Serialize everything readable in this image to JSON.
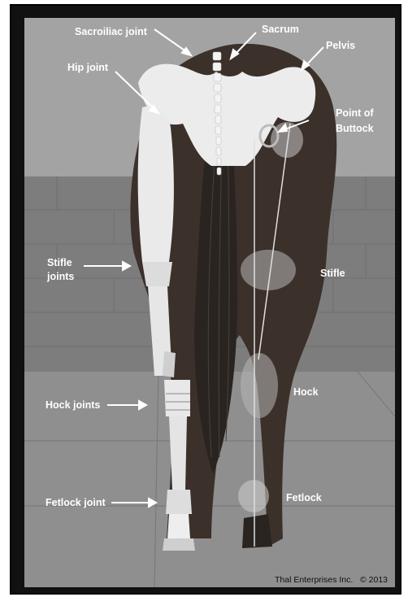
{
  "labels": {
    "sacroiliac_joint": "Sacroiliac joint",
    "sacrum": "Sacrum",
    "pelvis": "Pelvis",
    "hip_joint": "Hip joint",
    "point_of_buttock_line1": "Point of",
    "point_of_buttock_line2": "Buttock",
    "stifle_joints_line1": "Stifle",
    "stifle_joints_line2": "joints",
    "stifle": "Stifle",
    "hock_joints": "Hock joints",
    "hock": "Hock",
    "fetlock_joint": "Fetlock joint",
    "fetlock": "Fetlock"
  },
  "credit": {
    "company": "Thal Enterprises Inc.",
    "copyright": "© 2013"
  },
  "colors": {
    "background_wall": "#9a9a9a",
    "floor": "#8c8c8c",
    "horse_body": "#3a2e28",
    "bone": "#e9e9e9",
    "label_text": "#ffffff",
    "ring_accent": "#b0b0b0"
  }
}
